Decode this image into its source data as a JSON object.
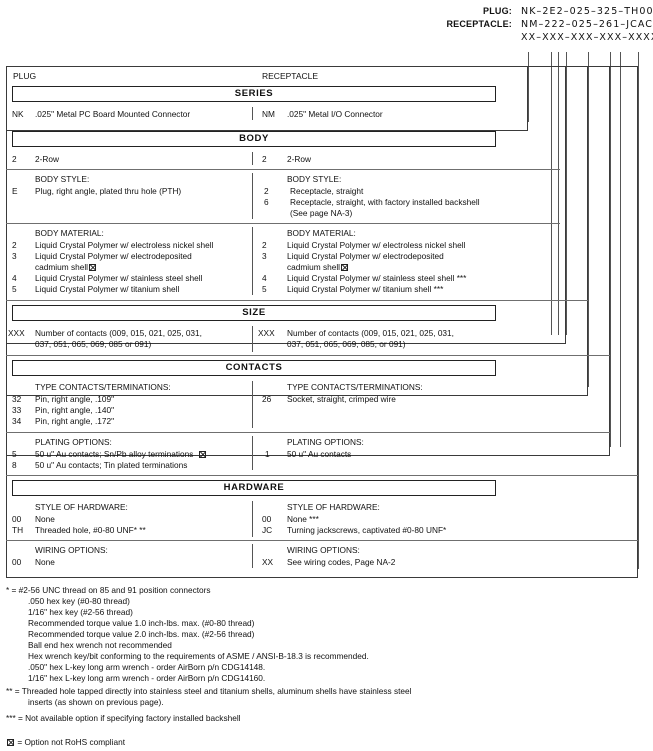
{
  "part_number": {
    "plug_label": "PLUG:",
    "plug_value": "NK–2E2–025–325–TH00",
    "receptacle_label": "RECEPTACLE:",
    "receptacle_value": "NM–222–025–261–JCAC",
    "mask_value": "XX–XXX–XXX–XXX–XXXX"
  },
  "columns": {
    "left": "PLUG",
    "right": "RECEPTACLE"
  },
  "sections": [
    {
      "title": "SERIES",
      "groups": [
        {
          "caption": "",
          "left": [
            {
              "code": "NK",
              "text": ".025\" Metal PC Board Mounted Connector"
            }
          ],
          "right": [
            {
              "code": "NM",
              "text": ".025\" Metal I/O Connector"
            }
          ]
        }
      ]
    },
    {
      "title": "BODY",
      "groups": [
        {
          "caption": "",
          "left": [
            {
              "code": "2",
              "text": "2-Row"
            }
          ],
          "right": [
            {
              "code": "2",
              "text": "2-Row"
            }
          ]
        },
        {
          "caption_left": "BODY STYLE:",
          "caption_right": "BODY STYLE:",
          "left": [
            {
              "code": "E",
              "text": "Plug, right angle, plated thru hole (PTH)"
            }
          ],
          "right": [
            {
              "code": "2",
              "text": "Receptacle, straight"
            },
            {
              "code": "6",
              "text": "Receptacle, straight, with factory installed backshell"
            },
            {
              "code": "",
              "text": "(See page NA-3)"
            }
          ]
        },
        {
          "caption_left": "BODY MATERIAL:",
          "caption_right": "BODY MATERIAL:",
          "left": [
            {
              "code": "2",
              "text": "Liquid Crystal Polymer w/ electroless nickel shell"
            },
            {
              "code": "3",
              "text": "Liquid Crystal Polymer w/ electrodeposited"
            },
            {
              "code": "",
              "text": "cadmium shell",
              "rohs": true
            },
            {
              "code": "4",
              "text": "Liquid Crystal Polymer w/ stainless steel shell"
            },
            {
              "code": "5",
              "text": "Liquid Crystal Polymer w/ titanium shell"
            }
          ],
          "right": [
            {
              "code": "2",
              "text": "Liquid Crystal Polymer w/ electroless nickel shell"
            },
            {
              "code": "3",
              "text": "Liquid Crystal Polymer w/ electrodeposited"
            },
            {
              "code": "",
              "text": "cadmium shell",
              "rohs": true
            },
            {
              "code": "4",
              "text": "Liquid Crystal Polymer w/ stainless steel shell ***"
            },
            {
              "code": "5",
              "text": "Liquid Crystal Polymer w/ titanium shell ***"
            }
          ]
        }
      ]
    },
    {
      "title": "SIZE",
      "groups": [
        {
          "caption": "",
          "left": [
            {
              "code": "XXX",
              "text": "Number of contacts (009, 015, 021, 025, 031,"
            },
            {
              "code": "",
              "text": "037, 051, 065, 069, 085 or 091)"
            }
          ],
          "right": [
            {
              "code": "XXX",
              "text": "Number of contacts (009, 015, 021, 025, 031,"
            },
            {
              "code": "",
              "text": "037, 051, 065, 069, 085, or 091)"
            }
          ]
        }
      ]
    },
    {
      "title": "CONTACTS",
      "groups": [
        {
          "caption_left": "TYPE CONTACTS/TERMINATIONS:",
          "caption_right": "TYPE CONTACTS/TERMINATIONS:",
          "left": [
            {
              "code": "32",
              "text": "Pin, right angle, .109\""
            },
            {
              "code": "33",
              "text": "Pin, right angle, .140\""
            },
            {
              "code": "34",
              "text": "Pin, right angle, .172\""
            }
          ],
          "right": [
            {
              "code": "26",
              "text": "Socket, straight, crimped wire"
            }
          ]
        },
        {
          "caption_left": "PLATING OPTIONS:",
          "caption_right": "PLATING OPTIONS:",
          "left": [
            {
              "code": "5",
              "text": "50 u\" Au contacts; Sn/Pb alloy terminations",
              "rohs": true
            },
            {
              "code": "8",
              "text": "50 u\" Au contacts; Tin plated terminations"
            }
          ],
          "right": [
            {
              "code": "1",
              "text": "50 u\" Au contacts"
            }
          ]
        }
      ]
    },
    {
      "title": "HARDWARE",
      "groups": [
        {
          "caption_left": "STYLE OF HARDWARE:",
          "caption_right": "STYLE OF HARDWARE:",
          "left": [
            {
              "code": "00",
              "text": "None"
            },
            {
              "code": "TH",
              "text": "Threaded hole, #0-80 UNF*  **"
            }
          ],
          "right": [
            {
              "code": "00",
              "text": "None ***"
            },
            {
              "code": "JC",
              "text": "Turning jackscrews, captivated #0-80 UNF*"
            }
          ]
        },
        {
          "caption_left": "WIRING OPTIONS:",
          "caption_right": "WIRING OPTIONS:",
          "left": [
            {
              "code": "00",
              "text": "None"
            }
          ],
          "right": [
            {
              "code": "XX",
              "text": "See wiring codes, Page NA-2"
            }
          ]
        }
      ]
    }
  ],
  "footnotes": {
    "star_lead": "* = #2-56 UNC thread on 85 and 91 position connectors",
    "star_lines": [
      ".050 hex key (#0-80 thread)",
      "1/16\" hex key (#2-56 thread)",
      "Recommended torque value 1.0 inch-lbs. max. (#0-80 thread)",
      "Recommended torque value 2.0 inch-lbs. max. (#2-56 thread)",
      "Ball end hex wrench not recommended",
      "Hex wrench key/bit conforming to the requirements of ASME / ANSI-B-18.3 is recommended.",
      ".050\" hex L-key long arm wrench - order AirBorn p/n CDG14148.",
      "1/16\" hex L-key long arm wrench - order AirBorn p/n CDG14160."
    ],
    "dstar_lead": "** = Threaded hole tapped directly into stainless steel and titanium shells, aluminum shells have stainless steel",
    "dstar_cont": "inserts (as shown on previous page).",
    "tstar_lead": "*** = Not available option if specifying factory installed backshell",
    "rohs_note": "= Option not RoHS compliant"
  }
}
